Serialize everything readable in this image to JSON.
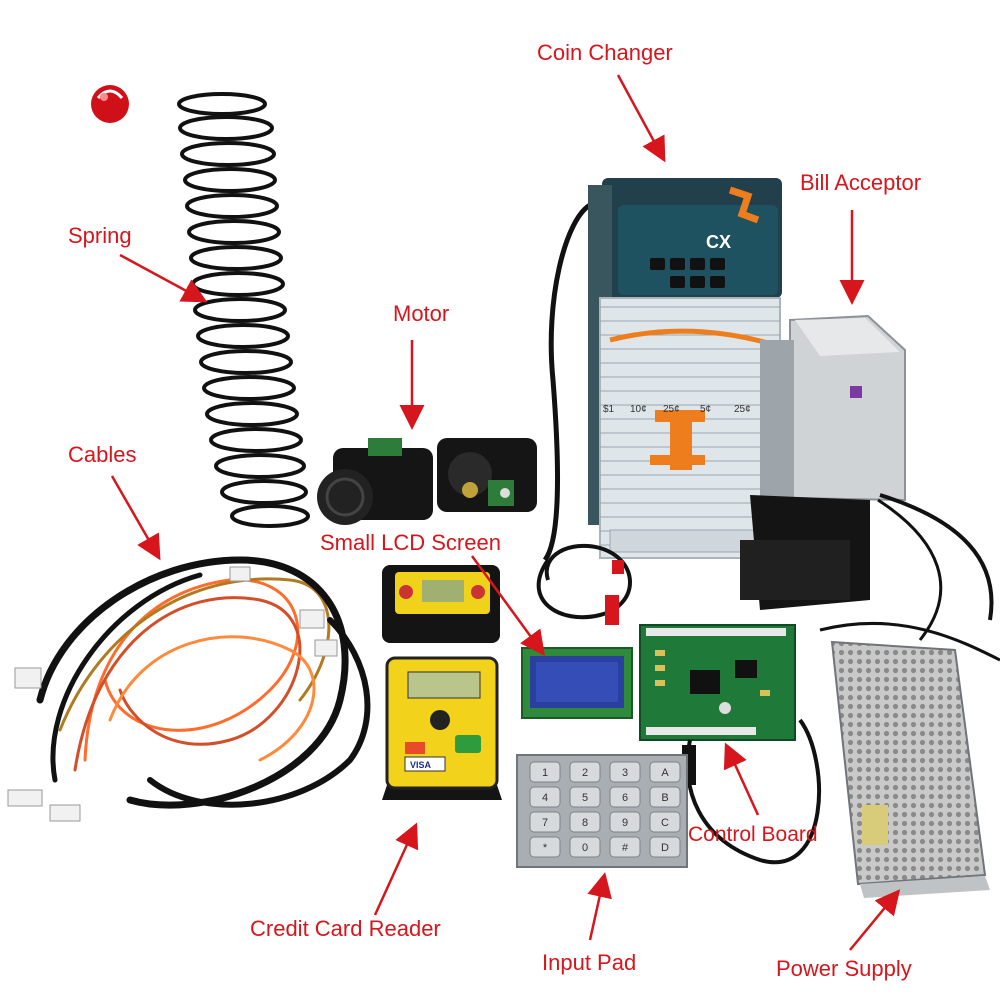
{
  "labels": {
    "coin_changer": "Coin Changer",
    "bill_acceptor": "Bill Acceptor",
    "spring": "Spring",
    "motor": "Motor",
    "cables": "Cables",
    "small_lcd": "Small LCD Screen",
    "control_board": "Control Board",
    "credit_card_reader": "Credit Card Reader",
    "input_pad": "Input Pad",
    "power_supply": "Power Supply"
  },
  "coin_changer": {
    "brand_text": "CX",
    "tubes": [
      "$1",
      "10¢",
      "25¢",
      "5¢",
      "25¢"
    ]
  },
  "keypad": {
    "keys": [
      "1",
      "2",
      "3",
      "A",
      "4",
      "5",
      "6",
      "B",
      "7",
      "8",
      "9",
      "C",
      "*",
      "0",
      "#",
      "D"
    ]
  },
  "card_reader": {
    "logos": [
      "VISA"
    ]
  },
  "colors": {
    "label": "#d6161c",
    "arrow": "#d6161c",
    "board_green": "#1f7a3a",
    "lcd_blue": "#2b3f9e",
    "reader_yellow": "#f2d21a",
    "changer_orange": "#ee7d1e"
  }
}
